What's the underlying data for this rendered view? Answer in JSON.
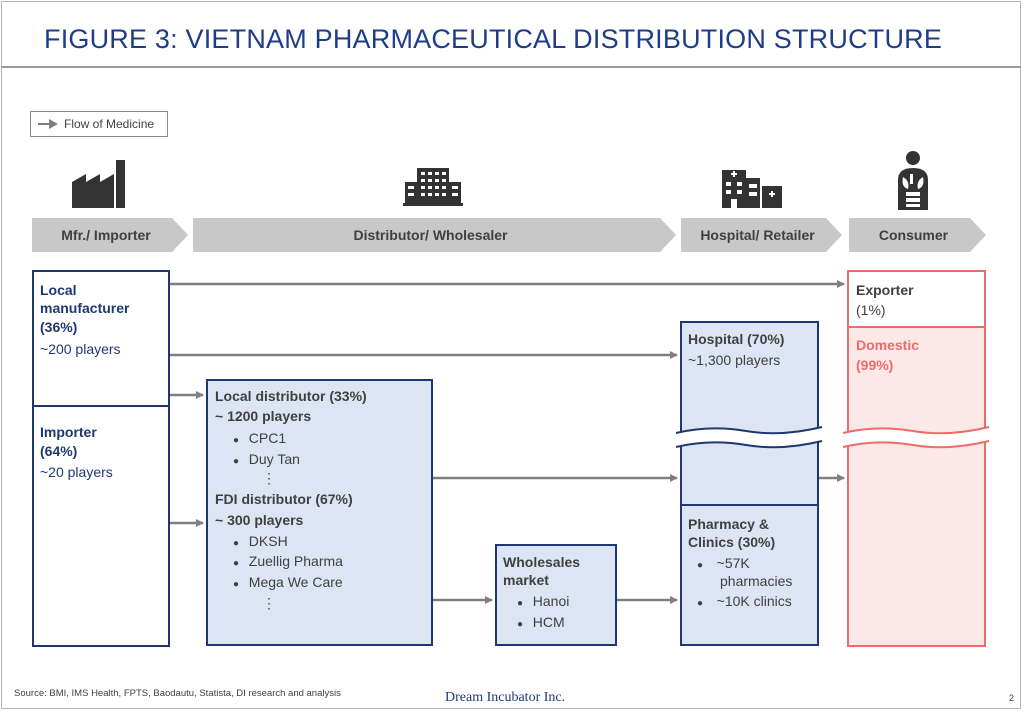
{
  "title": "FIGURE 3: VIETNAM PHARMACEUTICAL DISTRIBUTION STRUCTURE",
  "legend": {
    "label": "Flow of Medicine"
  },
  "stages": [
    {
      "label": "Mfr./ Importer",
      "icon": "factory-icon"
    },
    {
      "label": "Distributor/ Wholesaler",
      "icon": "office-building-icon"
    },
    {
      "label": "Hospital/ Retailer",
      "icon": "hospital-pharmacy-icon"
    },
    {
      "label": "Consumer",
      "icon": "human-body-icon"
    }
  ],
  "local_manufacturer": {
    "line1": "Local",
    "line2": "manufacturer",
    "share": "(36%)",
    "players": "~200 players"
  },
  "importer": {
    "name": "Importer",
    "share": "(64%)",
    "players": "~20 players"
  },
  "local_distributor": {
    "name": "Local distributor (33%)",
    "players": "~ 1200 players",
    "items": [
      "CPC1",
      "Duy Tan"
    ],
    "more": "⋮"
  },
  "fdi_distributor": {
    "name": "FDI distributor (67%)",
    "players": "~ 300 players",
    "items": [
      "DKSH",
      "Zuellig Pharma",
      "Mega We Care"
    ],
    "more": "⋮"
  },
  "wholesales_market": {
    "line1": "Wholesales",
    "line2": "market",
    "items": [
      "Hanoi",
      "HCM"
    ]
  },
  "hospital": {
    "name": "Hospital (70%)",
    "players": "~1,300 players"
  },
  "pharmacy": {
    "line1": "Pharmacy &",
    "line2": "Clinics (30%)",
    "item1_line1": "~57K",
    "item1_line2": "pharmacies",
    "item2": "~10K clinics"
  },
  "exporter": {
    "name": "Exporter",
    "share": "(1%)"
  },
  "domestic": {
    "name": "Domestic",
    "share": "(99%)"
  },
  "colors": {
    "navy": "#1f3872",
    "title_blue": "#1f3c88",
    "light_fill": "#dde5f5",
    "pink_fill": "#fde8e8",
    "red": "#ee6b6b",
    "chevron_gray": "#c8c8c8",
    "arrow_gray": "#7f7f7f"
  },
  "footer": {
    "source": "Source:  BMI, IMS Health, FPTS, Baodautu, Statista, DI research and analysis",
    "company": "Dream Incubator Inc.",
    "page": "2"
  }
}
